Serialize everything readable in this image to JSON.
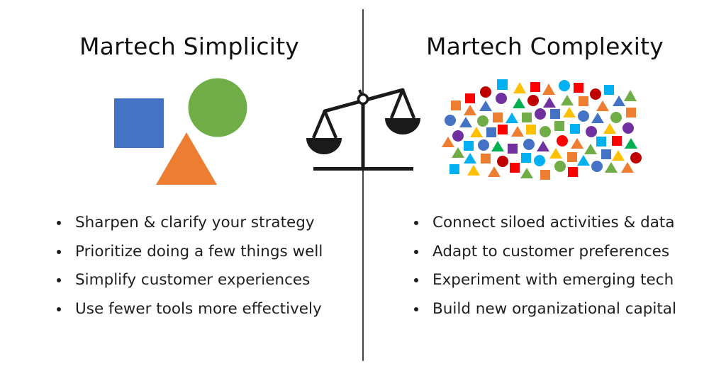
{
  "left_panel": {
    "title": "Martech Simplicity",
    "bullets": [
      "Sharpen & clarify your strategy",
      "Prioritize doing a few things well",
      "Simplify customer experiences",
      "Use fewer tools more effectively"
    ],
    "shapes": [
      {
        "type": "square",
        "color": "#4472C4"
      },
      {
        "type": "circle",
        "color": "#70AD47"
      },
      {
        "type": "triangle",
        "color": "#ED7D31"
      }
    ]
  },
  "right_panel": {
    "title": "Martech Complexity",
    "bullets": [
      "Connect siloed activities & data",
      "Adapt to customer preferences",
      "Experiment with emerging tech",
      "Build new organizational capital"
    ]
  },
  "center": {
    "icon": "balance-scale-icon",
    "tilt": "left pan lower"
  },
  "colors": {
    "blue": "#4472C4",
    "green": "#70AD47",
    "orange": "#ED7D31",
    "light_blue": "#00B0F0",
    "red": "#FF0000",
    "dark_red": "#C00000",
    "purple": "#7030A0",
    "yellow": "#FFC000",
    "dark_green": "#00B050",
    "divider": "#444444",
    "text": "#1e1e1e"
  }
}
